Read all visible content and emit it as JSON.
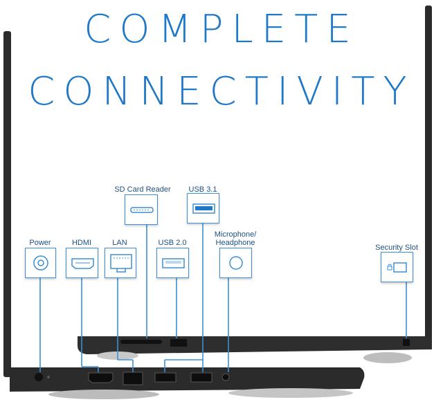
{
  "headline": {
    "line1": "COMPLETE",
    "line2": "CONNECTIVITY"
  },
  "ports": {
    "power": "Power",
    "hdmi": "HDMI",
    "lan": "LAN",
    "sd_card": "SD Card Reader",
    "usb2": "USB 2.0",
    "usb31": "USB 3.1",
    "mic_line1": "Microphone/",
    "mic_line2": "Headphone",
    "security": "Security Slot"
  },
  "colors": {
    "accent": "#1f78c8",
    "label": "#1c4f82",
    "box_border": "#3a8fd6",
    "laptop": "#2b2b2b"
  }
}
